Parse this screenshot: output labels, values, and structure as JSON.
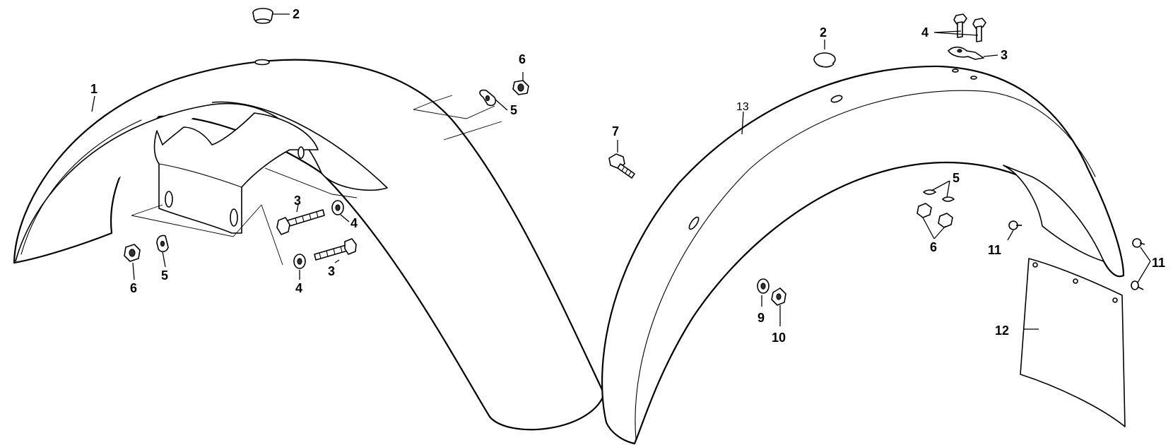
{
  "callouts": {
    "front": {
      "fender": "1",
      "plug_top": "2",
      "bolt_upper": "3",
      "bolt_lower": "3",
      "washer_upper": "4",
      "washer_lower": "4",
      "lockwasher_right": "5",
      "lockwasher_left": "5",
      "nut_right": "6",
      "nut_left": "6"
    },
    "center": {
      "bolt": "7"
    },
    "rear": {
      "plug": "2",
      "bracket": "3",
      "bolts": "4",
      "lockwashers": "5",
      "nuts": "6",
      "washer": "9",
      "nut": "10",
      "rivet_left": "11",
      "rivets_right": "11",
      "mud_flap": "12",
      "fender": "13"
    }
  }
}
